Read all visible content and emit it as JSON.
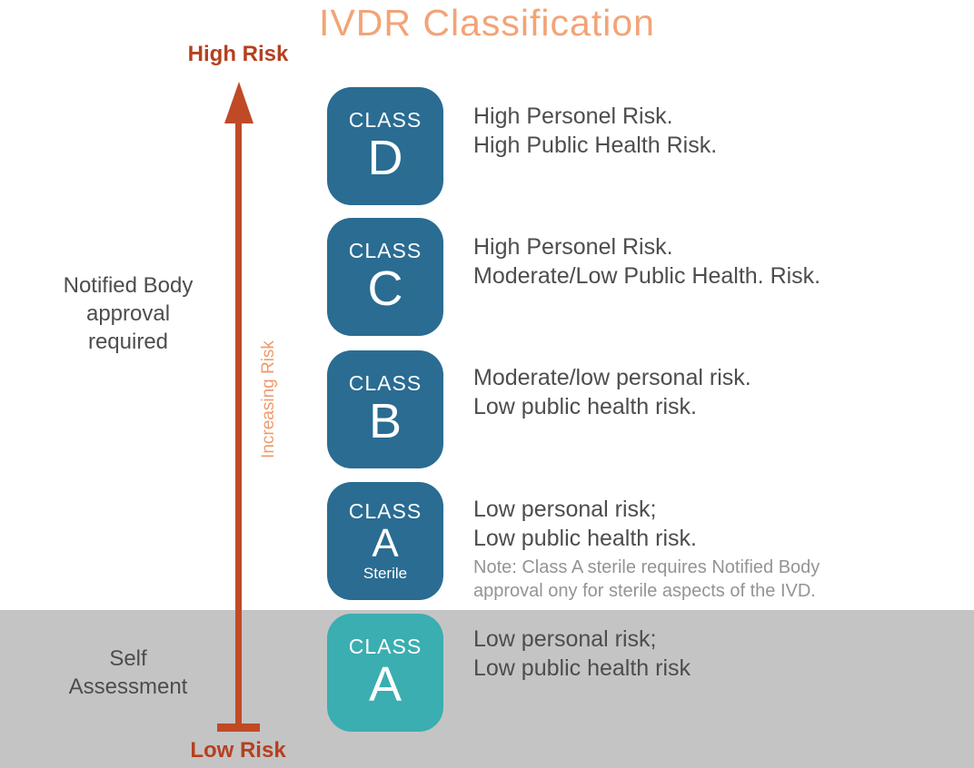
{
  "title": "IVDR Classification",
  "axis": {
    "high_label": "High Risk",
    "low_label": "Low Risk",
    "arrow_label": "Increasing Risk"
  },
  "left_captions": {
    "notified_line1": "Notified Body",
    "notified_line2": "approval",
    "notified_line3": "required",
    "self_line1": "Self",
    "self_line2": "Assessment"
  },
  "classes": {
    "d": {
      "label": "CLASS",
      "letter": "D",
      "line1": "High Personel Risk.",
      "line2": "High Public Health Risk."
    },
    "c": {
      "label": "CLASS",
      "letter": "C",
      "line1": "High Personel Risk.",
      "line2": "Moderate/Low Public Health. Risk."
    },
    "b": {
      "label": "CLASS",
      "letter": "B",
      "line1": "Moderate/low  personal risk.",
      "line2": "Low public health risk."
    },
    "a_sterile": {
      "label": "CLASS",
      "letter": "A",
      "sublabel": "Sterile",
      "line1": "Low personal risk;",
      "line2": "Low public health risk.",
      "note1": "Note: Class A sterile requires Notified Body",
      "note2": "approval ony for sterile aspects of the IVD."
    },
    "a": {
      "label": "CLASS",
      "letter": "A",
      "line1": "Low personal risk;",
      "line2": "Low public health risk"
    }
  },
  "colors": {
    "title_color": "#f2a477",
    "risk_label_color": "#b5401f",
    "arrow_color": "#c04a26",
    "increasing_color": "#f09a6e",
    "class_box_color": "#2a6c92",
    "class_a_box_color": "#3aaeb1",
    "gray_band": "#c5c4c4",
    "body_text_color": "#4d4d4d",
    "note_text_color": "#949494"
  }
}
